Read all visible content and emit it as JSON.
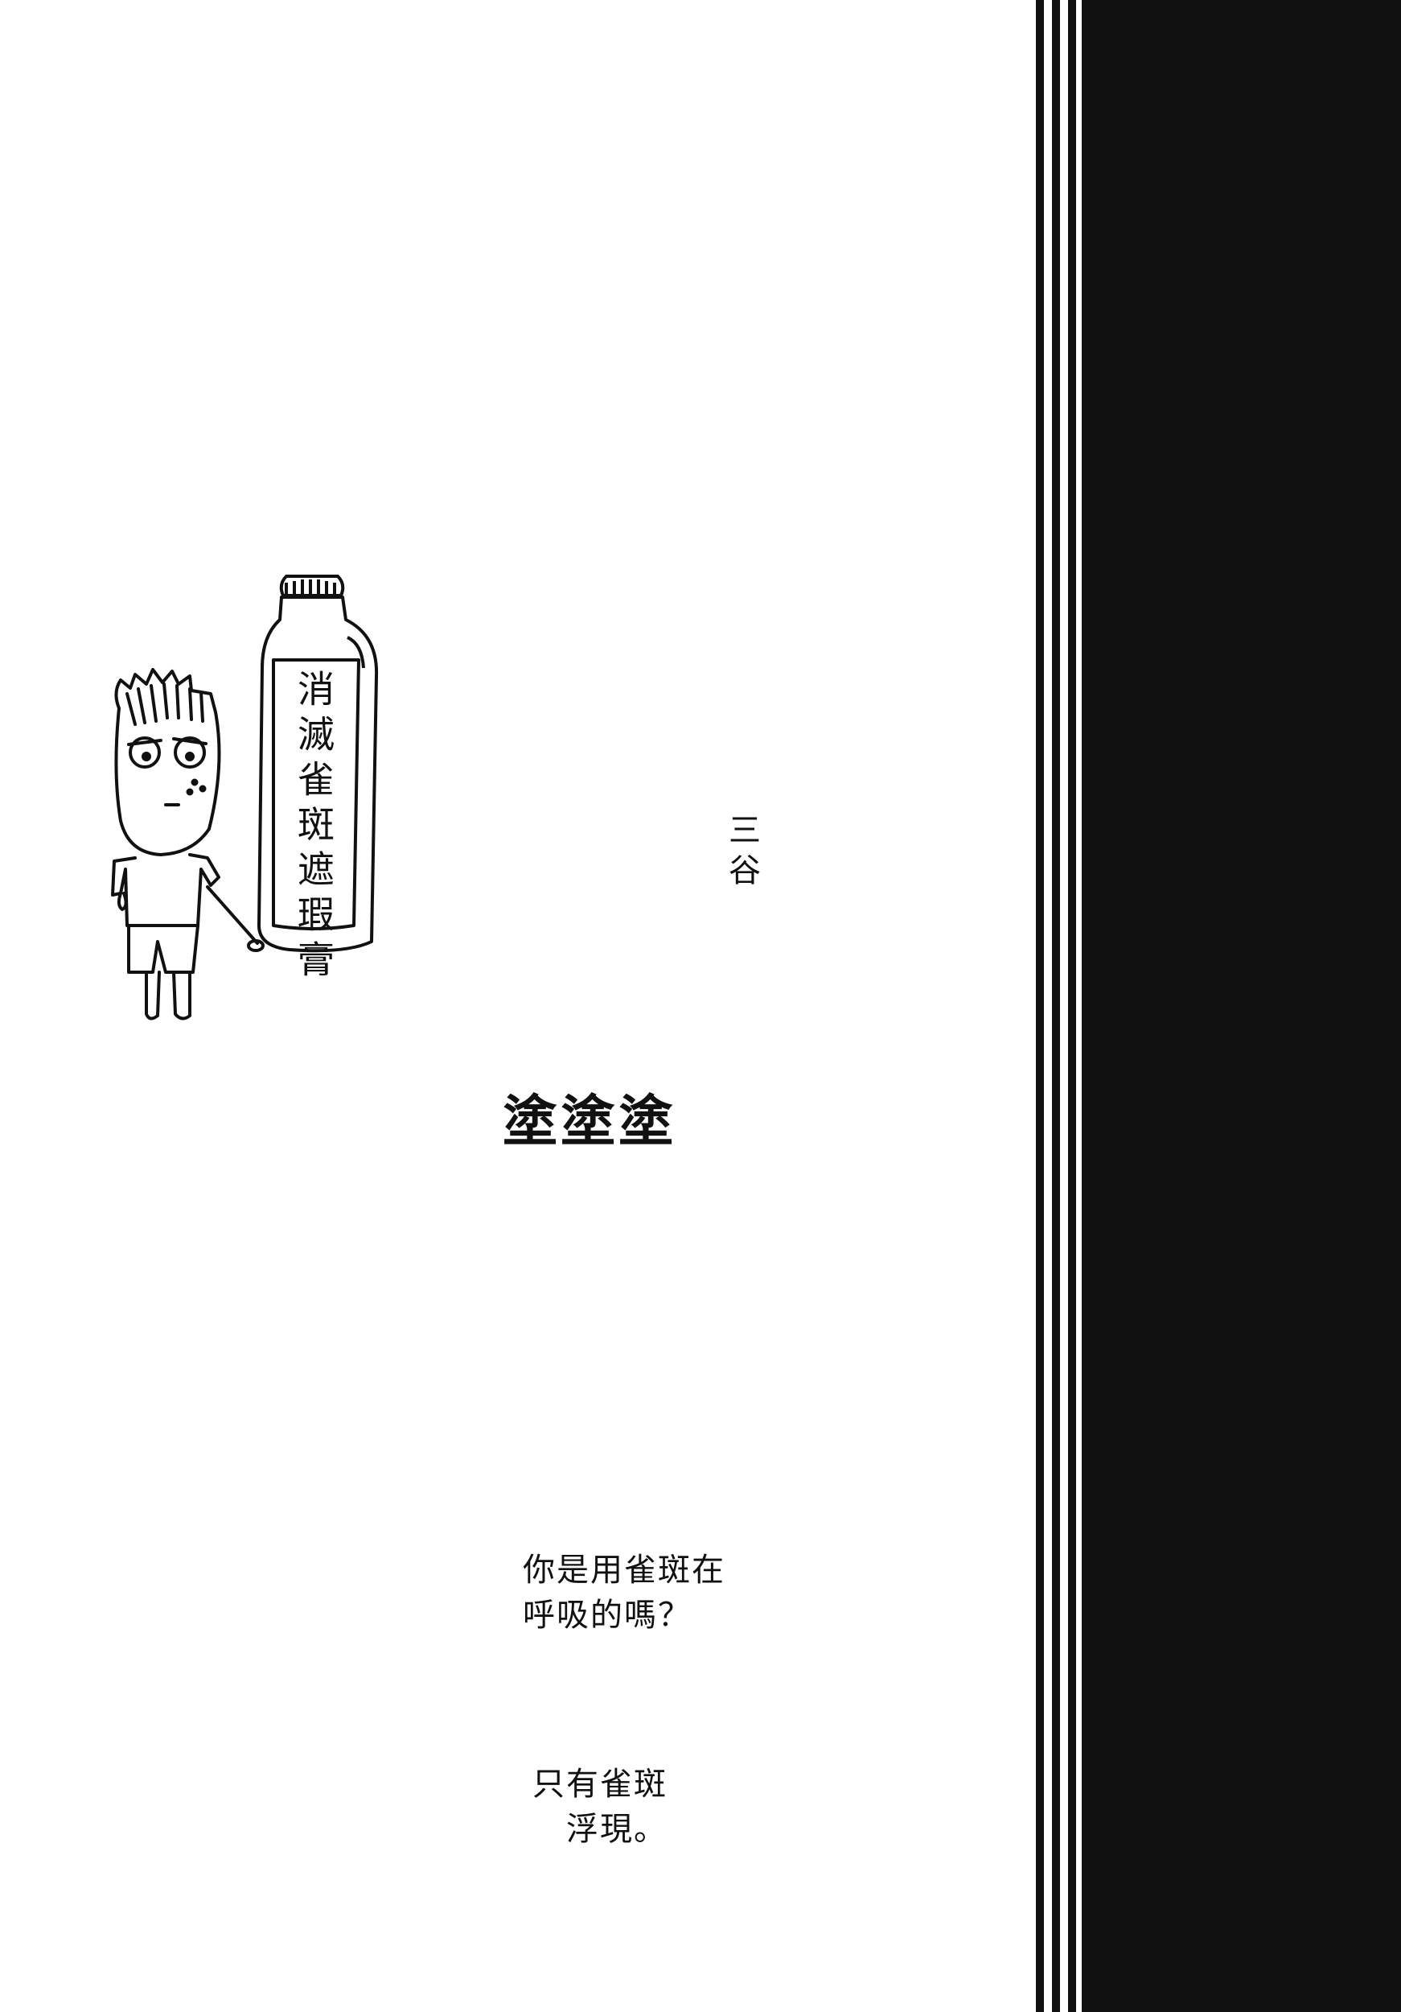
{
  "page": {
    "ink_color": "#111111",
    "paper_color": "#ffffff",
    "side_band_color": "#111111"
  },
  "panel_1": {
    "bottle_label": "消滅雀斑遮瑕膏",
    "finger_text": "三谷"
  },
  "panel_2": {
    "sound_effect": "塗塗塗"
  },
  "panel_3": {
    "speech_line_1": "你是用雀斑在",
    "speech_line_2": "呼吸的嗎？",
    "note_line_1": "只有雀斑",
    "note_line_2": "浮現。"
  }
}
